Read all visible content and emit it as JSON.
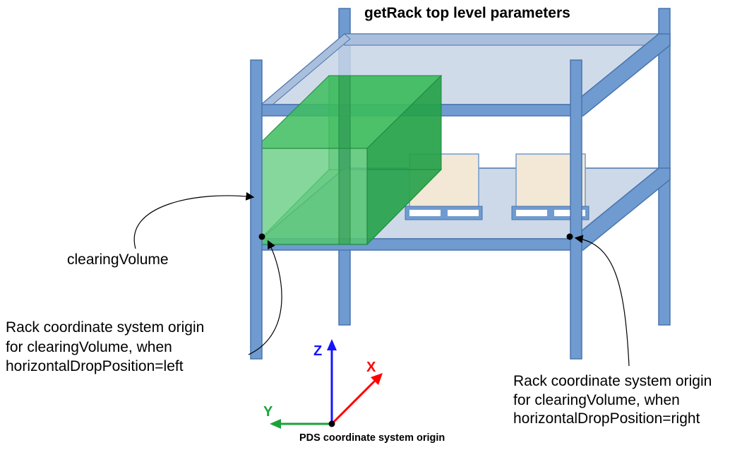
{
  "title": "getRack top level parameters",
  "labels": {
    "clearing_volume": "clearingVolume",
    "origin_left": [
      "Rack coordinate system origin",
      "for clearingVolume, when",
      "horizontalDropPosition=left"
    ],
    "origin_right": [
      "Rack coordinate system origin",
      "for clearingVolume, when",
      "horizontalDropPosition=right"
    ],
    "pds_origin": "PDS coordinate system origin"
  },
  "axes": {
    "x": "X",
    "y": "Y",
    "z": "Z"
  },
  "colors": {
    "rack_frame": "#6f9bd0",
    "rack_frame_stroke": "#4a75ad",
    "shelf_fill": "#c8d5e6",
    "clearing_volume": "#3dbd5e",
    "box_fill": "#f2e8d5",
    "pallet_fill": "#6f9bd0",
    "axis_x": "#ff0000",
    "axis_y": "#1aa33a",
    "axis_z": "#1414ff"
  }
}
